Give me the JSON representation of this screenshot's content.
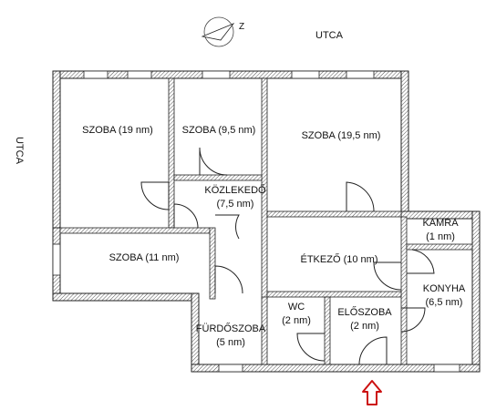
{
  "streets": {
    "top": "UTCA",
    "left": "UTCA"
  },
  "compass": {
    "letter": "Z",
    "icon": "north-arrow-icon"
  },
  "entrance": {
    "icon": "entrance-arrow-icon",
    "color": "#cc1111"
  },
  "rooms": [
    {
      "name": "SZOBA",
      "area": "(19 nm)"
    },
    {
      "name": "SZOBA",
      "area": "(9,5 nm)"
    },
    {
      "name": "SZOBA",
      "area": "(19,5 nm)"
    },
    {
      "name": "KÖZLEKEDŐ",
      "area": "(7,5 nm)"
    },
    {
      "name": "SZOBA",
      "area": "(11 nm)"
    },
    {
      "name": "ÉTKEZŐ",
      "area": "(10 nm)"
    },
    {
      "name": "KAMRA",
      "area": "(1 nm)"
    },
    {
      "name": "KONYHA",
      "area": "(6,5 nm)"
    },
    {
      "name": "WC",
      "area": "(2 nm)"
    },
    {
      "name": "ELŐSZOBA",
      "area": "(2 nm)"
    },
    {
      "name": "FÜRDŐSZOBA",
      "area": "(5 nm)"
    }
  ]
}
